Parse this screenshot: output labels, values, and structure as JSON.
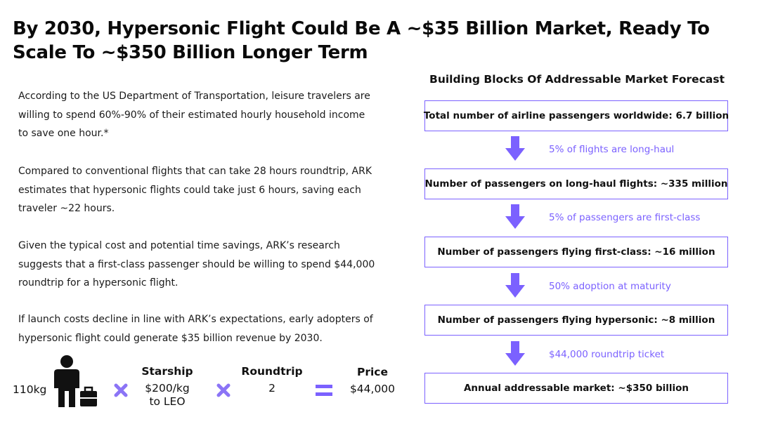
{
  "title": "By 2030, Hypersonic Flight Could Be A ~$35 Billion Market, Ready To Scale To ~$350 Billion Longer Term",
  "paragraphs": [
    "According to the US Department of Transportation, leisure travelers are willing to spend 60%-90% of their estimated hourly household income to save one hour.*",
    "Compared to conventional flights that can take 28 hours roundtrip, ARK estimates that hypersonic flights could take just 6 hours, saving each traveler ~22 hours.",
    "Given the typical cost and potential time savings, ARK’s research suggests that a first-class passenger should be willing to spend $44,000 roundtrip for a hypersonic flight.",
    "If launch costs decline in line with ARK’s expectations, early adopters of hypersonic flight could generate $35 billion revenue by 2030."
  ],
  "equation": {
    "weight": "110kg",
    "starship_header": "Starship",
    "starship_value_line1": "$200/kg",
    "starship_value_line2": "to LEO",
    "roundtrip_header": "Roundtrip",
    "roundtrip_value": "2",
    "price_header": "Price",
    "price_value": "$44,000",
    "icons": [
      "person-icon",
      "suitcase-icon",
      "multiply-icon",
      "equals-icon"
    ]
  },
  "flowchart": {
    "title": "Building Blocks Of Addressable Market Forecast",
    "boxes": [
      "Total number of airline passengers worldwide: 6.7 billion",
      "Number of passengers on long-haul flights: ~335 million",
      "Number of passengers flying first-class: ~16 million",
      "Number of passengers flying hypersonic: ~8 million",
      "Annual addressable market: ~$350 billion"
    ],
    "steps": [
      "5% of flights are long-haul",
      "5% of passengers are first-class",
      "50% adoption at maturity",
      "$44,000 roundtrip ticket"
    ]
  },
  "colors": {
    "accent": "#7b61ff",
    "text": "#111111",
    "background": "#ffffff"
  }
}
